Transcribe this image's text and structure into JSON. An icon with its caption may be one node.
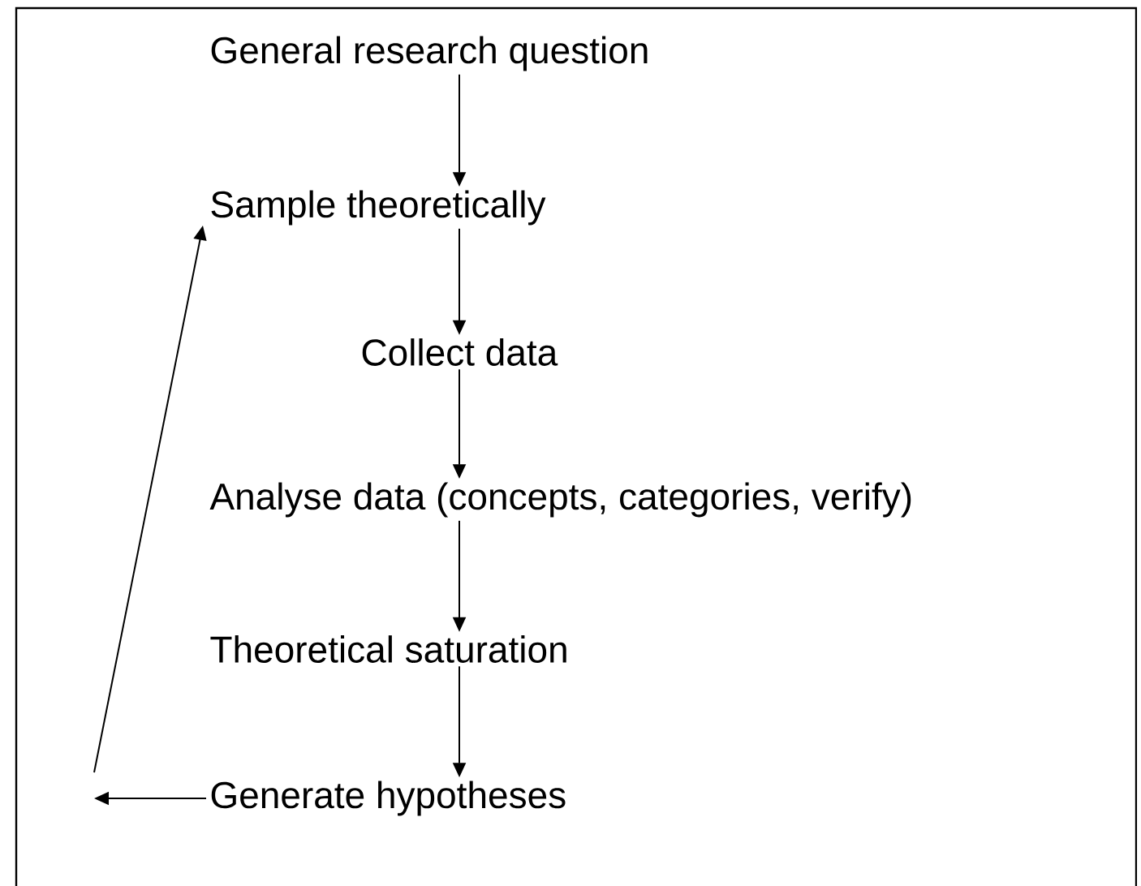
{
  "diagram": {
    "nodes": [
      {
        "text": [
          "General research question"
        ]
      },
      {
        "text": [
          "Sample theoretically"
        ]
      },
      {
        "text": [
          "Collect data"
        ]
      },
      {
        "text": [
          "Analyse data (concepts, categories, verify)"
        ]
      },
      {
        "text": [
          "Theoretical saturation"
        ]
      },
      {
        "text": [
          "Generate hypotheses"
        ]
      }
    ],
    "edges": [
      {
        "from": 0,
        "to": 1,
        "arrow": "to"
      },
      {
        "from": 1,
        "to": 2,
        "arrow": "to"
      },
      {
        "from": 2,
        "to": 3,
        "arrow": "to"
      },
      {
        "from": 3,
        "to": 4,
        "arrow": "to"
      },
      {
        "from": 4,
        "to": 5,
        "arrow": "to"
      },
      {
        "from": 5,
        "to": null,
        "arrow": "to"
      },
      {
        "from": null,
        "to": 1,
        "arrow": "to"
      }
    ]
  }
}
